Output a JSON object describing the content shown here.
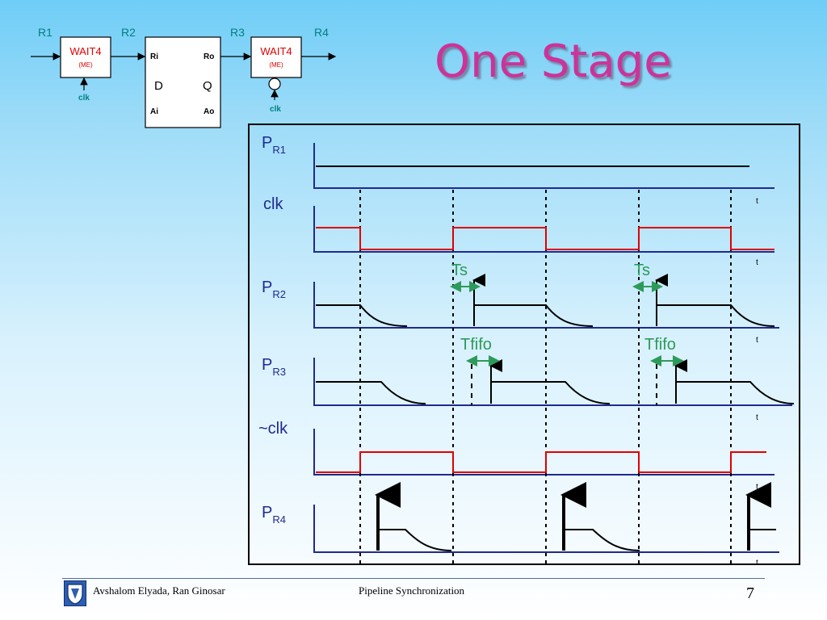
{
  "slide": {
    "title": "One Stage"
  },
  "block_diagram": {
    "register_labels": [
      "R1",
      "R2",
      "R3",
      "R4"
    ],
    "wait_left": {
      "label": "WAIT4",
      "sublabel": "(ME)",
      "clock": "clk"
    },
    "fifo": {
      "ri": "Ri",
      "ro": "Ro",
      "d": "D",
      "q": "Q",
      "ai": "Ai",
      "ao": "Ao"
    },
    "wait_right": {
      "label": "WAIT4",
      "sublabel": "(ME)",
      "clock": "clk"
    }
  },
  "timing": {
    "signals": [
      {
        "id": "pr1",
        "base": "P",
        "sub": "R1"
      },
      {
        "id": "clk",
        "base": "clk",
        "sub": ""
      },
      {
        "id": "pr2",
        "base": "P",
        "sub": "R2"
      },
      {
        "id": "pr3",
        "base": "P",
        "sub": "R3"
      },
      {
        "id": "nclk",
        "base": "~clk",
        "sub": ""
      },
      {
        "id": "pr4",
        "base": "P",
        "sub": "R4"
      }
    ],
    "time_axis_label": "t",
    "annotations": {
      "ts": "Ts",
      "tfifo": "Tfifo"
    }
  },
  "footer": {
    "authors": "Avshalom Elyada, Ran Ginosar",
    "topic": "Pipeline Synchronization",
    "page": "7"
  },
  "colors": {
    "title": "#cc3399",
    "teal_label": "#008080",
    "red": "#e00000",
    "axis": "#1f2a8f",
    "annotation": "#2e9a5a"
  }
}
